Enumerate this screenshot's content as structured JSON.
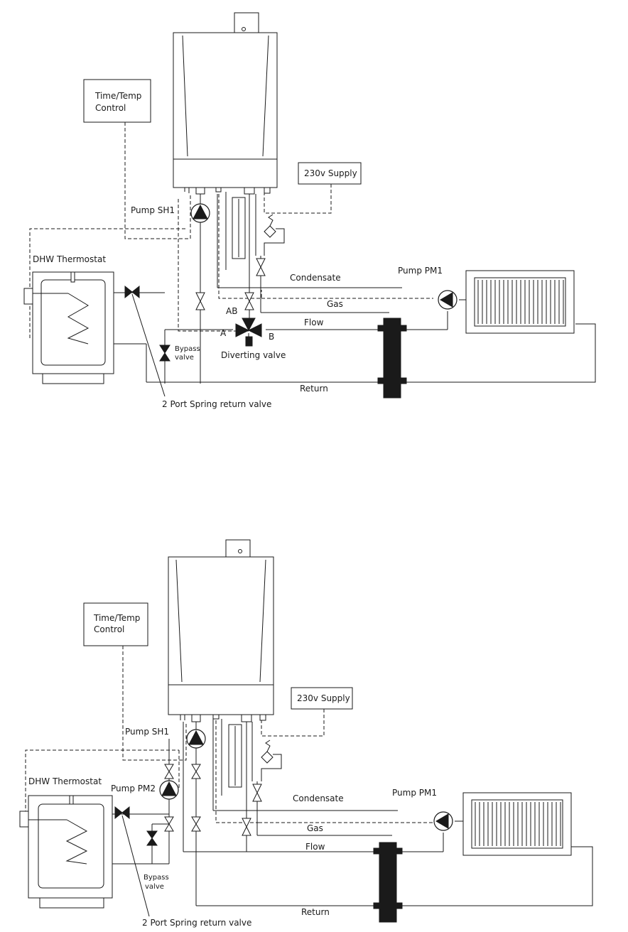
{
  "diagrams": [
    {
      "labels": {
        "time_temp_control_line1": "Time/Temp",
        "time_temp_control_line2": "Control",
        "supply_230v": "230v Supply",
        "pump_sh1": "Pump SH1",
        "dhw_thermostat": "DHW Thermostat",
        "condensate": "Condensate",
        "pump_pm1": "Pump PM1",
        "gas": "Gas",
        "ab": "AB",
        "a": "A",
        "b": "B",
        "flow": "Flow",
        "diverting_valve": "Diverting valve",
        "bypass_line1": "Bypass",
        "bypass_line2": "valve",
        "return": "Return",
        "spring_return_valve": "2 Port Spring return valve"
      }
    },
    {
      "labels": {
        "time_temp_control_line1": "Time/Temp",
        "time_temp_control_line2": "Control",
        "supply_230v": "230v Supply",
        "pump_sh1": "Pump SH1",
        "pump_pm2": "Pump PM2",
        "dhw_thermostat": "DHW Thermostat",
        "condensate": "Condensate",
        "pump_pm1": "Pump PM1",
        "gas": "Gas",
        "flow": "Flow",
        "bypass_line1": "Bypass",
        "bypass_line2": "valve",
        "return": "Return",
        "spring_return_valve": "2 Port Spring return valve"
      }
    }
  ]
}
